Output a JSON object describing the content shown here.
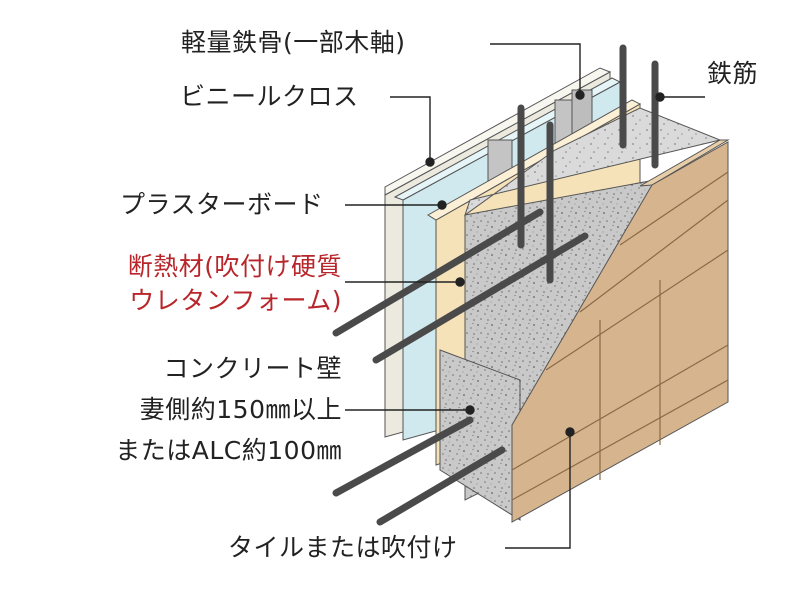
{
  "labels": {
    "steel_frame": "軽量鉄骨(一部木軸)",
    "rebar": "鉄筋",
    "vinyl_cloth": "ビニールクロス",
    "plaster_board": "プラスターボード",
    "insulation": [
      "断熱材(吹付け硬質",
      "ウレタンフォーム)"
    ],
    "concrete_wall": [
      "コンクリート壁",
      "妻側約150㎜以上",
      "またはALC約100㎜"
    ],
    "tile": "タイルまたは吹付け"
  },
  "colors": {
    "text": "#222222",
    "highlight": "#b8262b",
    "vinyl_cloth": "#eceadf",
    "plaster_board": "#cfe9ef",
    "insulation": "#f6e2b8",
    "concrete": "#c8c8c8",
    "tile": "#d6b48e",
    "rebar": "#4a4a4a",
    "steel": "#c4c4c4"
  }
}
